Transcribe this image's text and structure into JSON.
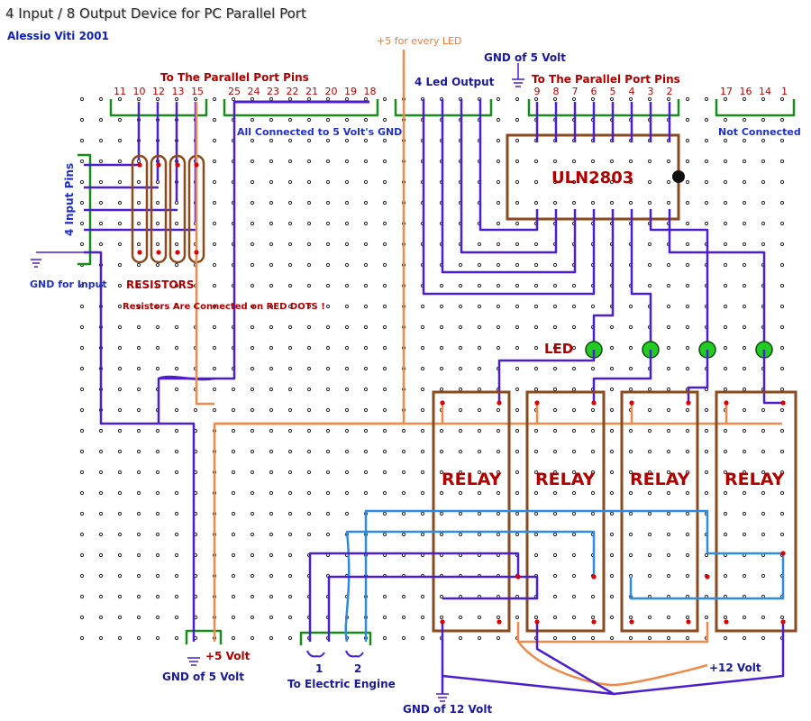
{
  "title": "4 Input / 8 Output Device for PC Parallel Port",
  "author": "Alessio Viti 2001",
  "labels": {
    "to_parallel_left": "To The Parallel Port Pins",
    "to_parallel_right": "To The Parallel Port Pins",
    "all_connected_gnd": "All Connected to 5 Volt's GND",
    "led_supply": "+5 for every LED",
    "gnd_5v_top": "GND of 5 Volt",
    "led_output": "4 Led Output",
    "not_connected": "Not Connected",
    "input_pins": "4 Input Pins",
    "gnd_for_input": "GND for Input",
    "resistors": "RESISTORS",
    "resistors_note": "Resistors Are Connected on RED DOTS !",
    "led": "LED",
    "relay": "RELAY",
    "plus5": "+5 Volt",
    "gnd_5v_bottom": "GND of 5 Volt",
    "engine_1": "1",
    "engine_2": "2",
    "to_engine": "To Electric Engine",
    "plus12": "+12 Volt",
    "gnd_12v": "GND of 12 Volt",
    "ic_name": "ULN2803"
  },
  "pins": {
    "input_header": [
      "11",
      "10",
      "12",
      "13",
      "15"
    ],
    "gnd_header": [
      "25",
      "24",
      "23",
      "22",
      "21",
      "20",
      "19",
      "18"
    ],
    "output_header": [
      "9",
      "8",
      "7",
      "6",
      "5",
      "4",
      "3",
      "2"
    ],
    "nc_header": [
      "17",
      "16",
      "14",
      "1"
    ]
  },
  "colors": {
    "signal_wire": "#4b1fd0",
    "power_wire": "#f08a4b",
    "engine_wire": "#2f8be0",
    "component_outline": "#8b4a1e",
    "header": "#1a8a1a",
    "led": "#22cc22",
    "red_dot": "#e00000",
    "grid_dot": "#222222"
  }
}
